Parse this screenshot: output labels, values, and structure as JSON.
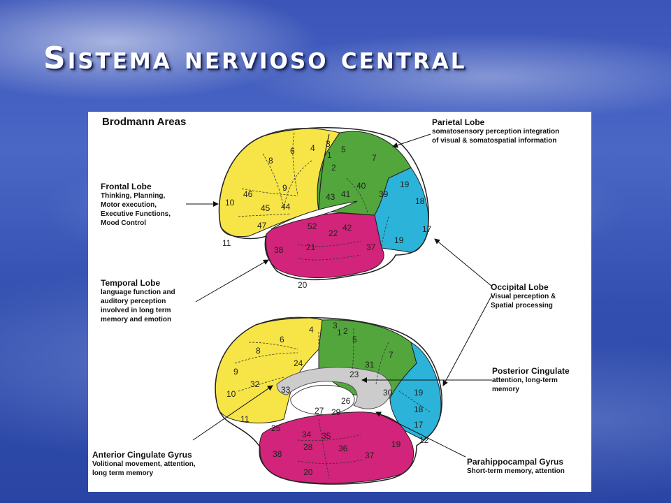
{
  "slide": {
    "title": "Sistema nervioso central"
  },
  "figure": {
    "title": "Brodmann Areas",
    "colors": {
      "frontal": "#f7e447",
      "parietal": "#52a63c",
      "occipital": "#2cb3d9",
      "temporal": "#d1247a",
      "cingulum": "#cccccc"
    },
    "labels": {
      "parietal": {
        "head": "Parietal Lobe",
        "desc": "somatosensory perception integration\nof visual & somatospatial information"
      },
      "frontal": {
        "head": "Frontal Lobe",
        "desc": "Thinking, Planning,\nMotor execution,\nExecutive Functions,\nMood Control"
      },
      "temporal": {
        "head": "Temporal Lobe",
        "desc": "language function and\n auditory perception\ninvolved in long term\nmemory and emotion"
      },
      "occipital": {
        "head": "Occipital Lobe",
        "desc": "Visual perception &\nSpatial processing"
      },
      "posterior_cingulate": {
        "head": "Posterior Cingulate",
        "desc": "attention, long-term\nmemory"
      },
      "anterior_cingulate": {
        "head": "Anterior Cingulate Gyrus",
        "desc": "Volitional movement, attention,\nlong term memory"
      },
      "parahippocampal": {
        "head": "Parahippocampal Gyrus",
        "desc": "Short-term memory, attention"
      }
    },
    "lateral_areas": [
      "8",
      "6",
      "4",
      "3",
      "1",
      "2",
      "5",
      "7",
      "9",
      "46",
      "10",
      "45",
      "44",
      "47",
      "11",
      "43",
      "41",
      "40",
      "39",
      "19",
      "18",
      "17",
      "52",
      "22",
      "42",
      "38",
      "21",
      "37",
      "19",
      "20"
    ],
    "medial_areas": [
      "4",
      "3",
      "1",
      "2",
      "5",
      "6",
      "8",
      "7",
      "9",
      "24",
      "31",
      "23",
      "32",
      "33",
      "30",
      "19",
      "10",
      "18",
      "26",
      "27",
      "29",
      "17",
      "11",
      "25",
      "12",
      "34",
      "35",
      "36",
      "19",
      "28",
      "38",
      "37",
      "20"
    ]
  }
}
